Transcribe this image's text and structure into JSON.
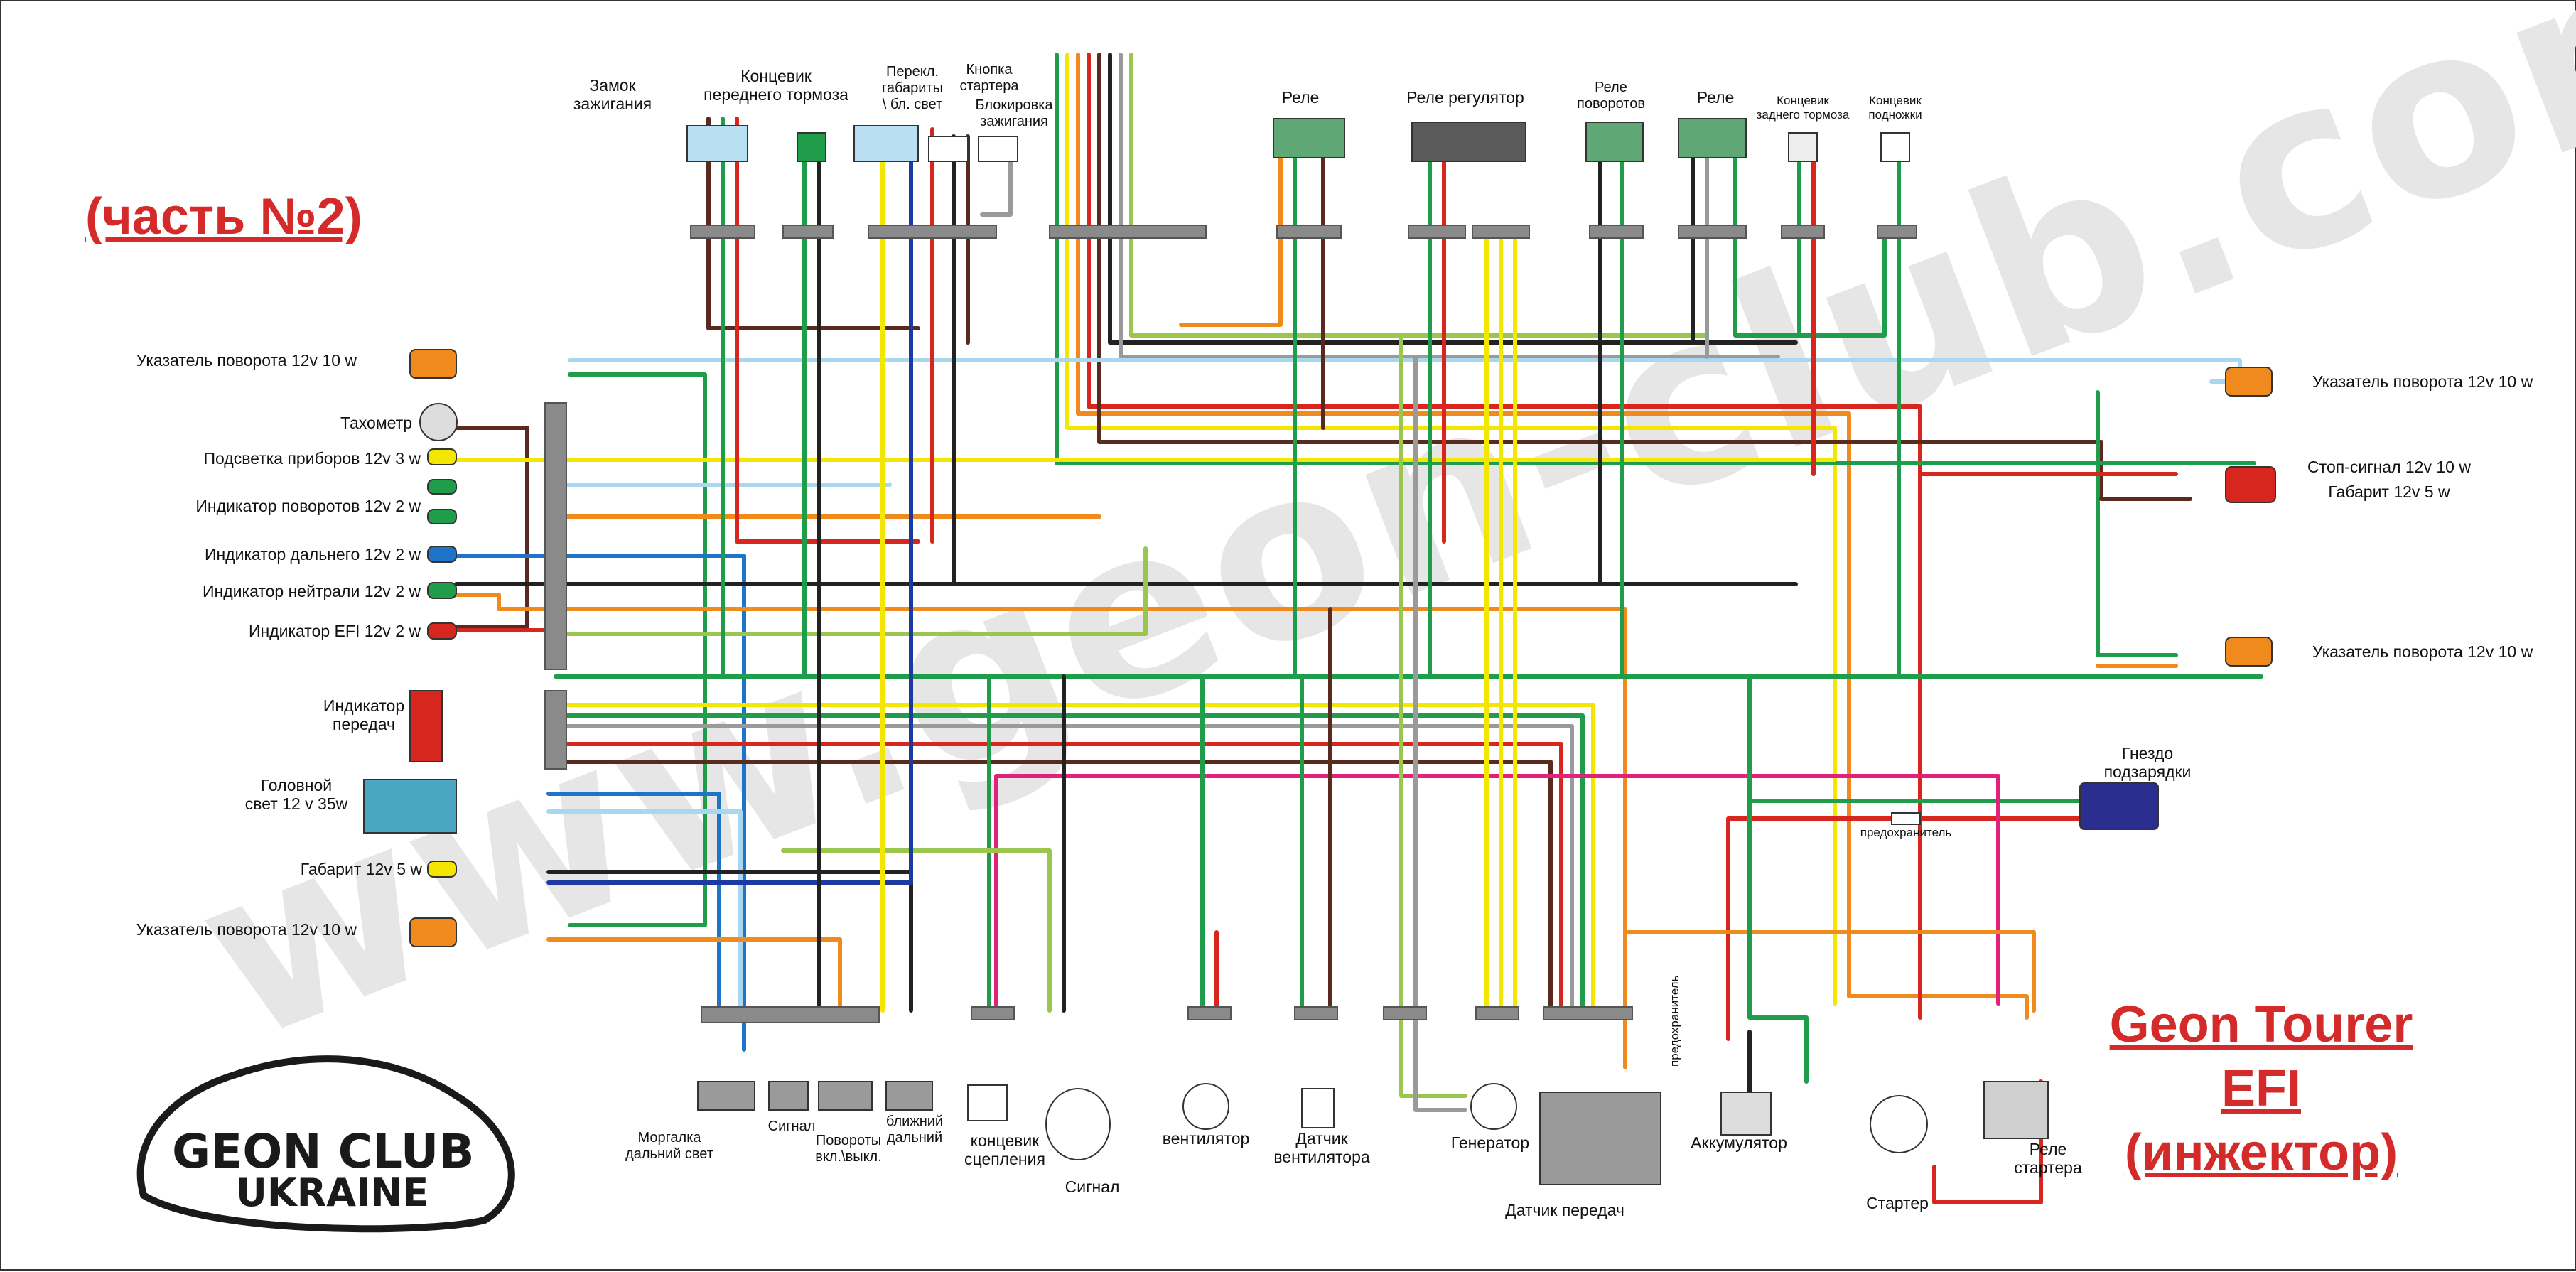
{
  "watermark": "www.geon-club.com.ua",
  "title_part": "(часть №2)",
  "model_title": {
    "line1": "Geon Tourer EFI",
    "line2": "(инжектор)"
  },
  "logo": {
    "line1": "GEON CLUB",
    "line2": "UKRAINE"
  },
  "colors": {
    "title_red": "#d42a2a",
    "wire_green": "#1f9d4a",
    "wire_red": "#d7261e",
    "wire_black": "#222222",
    "wire_brown": "#5b2a1e",
    "wire_yellow": "#f3e600",
    "wire_orange": "#f08a1c",
    "wire_lightblue": "#a9d7ef",
    "wire_blue": "#1e74c8",
    "wire_darkblue": "#1d3aa0",
    "wire_gray": "#9a9a9a",
    "wire_lightgreen": "#9ac54e",
    "wire_pink": "#e2227a",
    "lamp_orange": "#f08a1c",
    "connector_gray": "#8a8a8a"
  },
  "top_components": [
    {
      "name": "ignition-switch",
      "label": "Замок\nзажигания"
    },
    {
      "name": "front-brake-switch",
      "label": "Концевик\nпереднего тормоза"
    },
    {
      "name": "light-switch",
      "label": "Перекл.\nгабариты\n\\ бл. свет"
    },
    {
      "name": "starter-button",
      "label": "Кнопка\nстартера"
    },
    {
      "name": "ignition-lock",
      "label": "Блокировка\nзажигания"
    },
    {
      "name": "relay-1",
      "label": "Реле"
    },
    {
      "name": "regulator-relay",
      "label": "Реле регулятор"
    },
    {
      "name": "turn-relay",
      "label": "Реле\nповоротов"
    },
    {
      "name": "relay-2",
      "label": "Реле"
    },
    {
      "name": "rear-brake-switch",
      "label": "Концевик\nзаднего тормоза"
    },
    {
      "name": "kickstand-switch",
      "label": "Концевик\nподножки"
    }
  ],
  "left_components": [
    {
      "name": "turn-signal-front-left",
      "label": "Указатель поворота 12v 10 w"
    },
    {
      "name": "tachometer",
      "label": "Тахометр"
    },
    {
      "name": "dash-backlight",
      "label": "Подсветка приборов 12v 3 w"
    },
    {
      "name": "turn-indicator",
      "label": "Индикатор поворотов 12v 2 w"
    },
    {
      "name": "high-beam-indicator",
      "label": "Индикатор дальнего 12v 2 w"
    },
    {
      "name": "neutral-indicator",
      "label": "Индикатор нейтрали 12v 2 w"
    },
    {
      "name": "efi-indicator",
      "label": "Индикатор EFI 12v 2 w"
    },
    {
      "name": "gear-indicator",
      "label": "Индикатор\nпередач"
    },
    {
      "name": "headlight",
      "label": "Головной\nсвет 12 v 35w"
    },
    {
      "name": "parking-light",
      "label": "Габарит 12v 5 w"
    },
    {
      "name": "turn-signal-rear-left",
      "label": "Указатель поворота 12v 10 w"
    }
  ],
  "right_components": [
    {
      "name": "turn-signal-front-right",
      "label": "Указатель поворота 12v 10 w"
    },
    {
      "name": "brake-light",
      "label": "Стоп-сигнал 12v 10 w"
    },
    {
      "name": "tail-light",
      "label": "Габарит 12v 5 w"
    },
    {
      "name": "turn-signal-rear-right",
      "label": "Указатель поворота 12v 10 w"
    },
    {
      "name": "charging-socket",
      "label": "Гнездо\nподзарядки"
    },
    {
      "name": "fuse-1",
      "label": "предохранитель"
    }
  ],
  "bottom_components": [
    {
      "name": "hazard-switch",
      "label": "Моргалка\nдальний свет"
    },
    {
      "name": "horn-switch",
      "label": "Сигнал"
    },
    {
      "name": "turn-switch",
      "label": "Повороты\nвкл.\\выкл."
    },
    {
      "name": "low-beam-switch",
      "label": "ближний\nдальний"
    },
    {
      "name": "clutch-switch",
      "label": "концевик\nсцепления"
    },
    {
      "name": "horn",
      "label": "Сигнал"
    },
    {
      "name": "fan",
      "label": "вентилятор"
    },
    {
      "name": "fan-sensor",
      "label": "Датчик\nвентилятора"
    },
    {
      "name": "generator",
      "label": "Генератор"
    },
    {
      "name": "gear-sensor",
      "label": "Датчик передач"
    },
    {
      "name": "fuse-2",
      "label": "предохранитель"
    },
    {
      "name": "battery",
      "label": "Аккумулятор"
    },
    {
      "name": "starter",
      "label": "Стартер"
    },
    {
      "name": "starter-relay",
      "label": "Реле\nстартера"
    }
  ]
}
